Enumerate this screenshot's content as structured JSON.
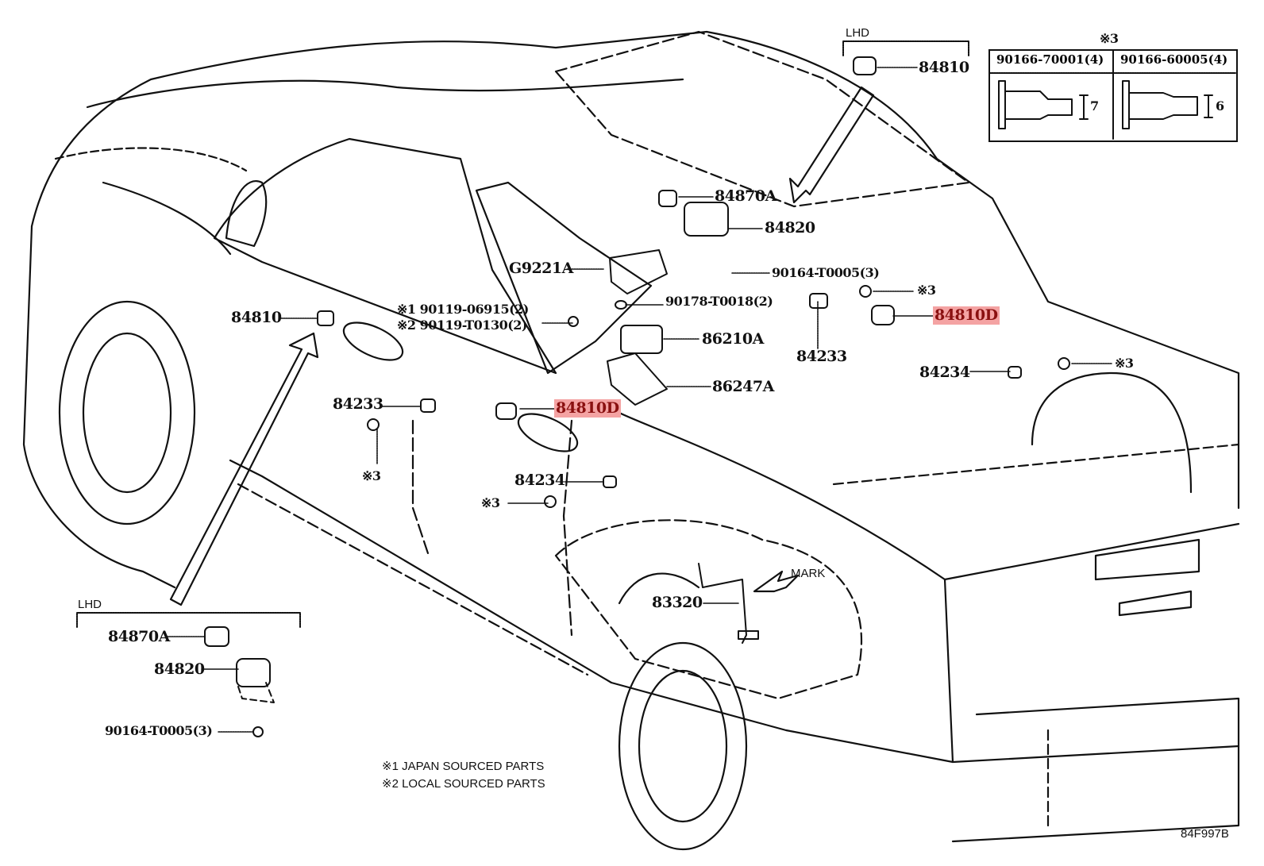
{
  "diagram": {
    "code": "84F997B",
    "colors": {
      "line": "#111111",
      "highlight_bg": "#f4a3a3",
      "highlight_text": "#8a1010"
    },
    "callouts": {
      "lhd_top": {
        "group_label": "LHD",
        "part": "84810"
      },
      "c84870a_top": "84870A",
      "c84820_top": "84820",
      "c90164_top": "90164-T0005(3)",
      "g9221a": "G9221A",
      "c90178": "90178-T0018(2)",
      "c86210a": "86210A",
      "c86247a": "86247A",
      "bolt_note1": "※1 90119-06915(2)",
      "bolt_note2": "※2 90119-T0130(2)",
      "c84810_left": "84810",
      "c84233_left": "84233",
      "note3_left": "※3",
      "c84810d_center": "84810D",
      "c84234_center": "84234",
      "note3_center": "※3",
      "c84233_right": "84233",
      "note3_right_top": "※3",
      "c84810d_right": "84810D",
      "c84234_right": "84234",
      "note3_right": "※3",
      "c83320": "83320",
      "mark": "MARK",
      "lhd_bottom": {
        "group_label": "LHD",
        "part1": "84870A",
        "part2": "84820",
        "part3": "90164-T0005(3)"
      }
    },
    "clip_table": {
      "note": "※3",
      "columns": [
        {
          "part": "90166-70001(4)",
          "dimension": "7"
        },
        {
          "part": "90166-60005(4)",
          "dimension": "6"
        }
      ]
    },
    "legend": [
      "※1 JAPAN SOURCED PARTS",
      "※2 LOCAL SOURCED PARTS"
    ],
    "highlighted_parts": [
      "84810D"
    ]
  }
}
